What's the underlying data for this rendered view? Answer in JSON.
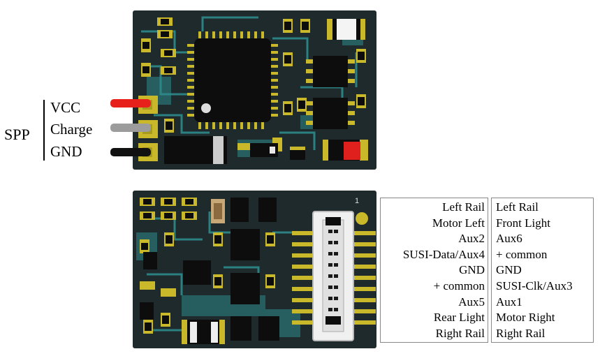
{
  "spp": {
    "group_label": "SPP",
    "wires": [
      {
        "label": "VCC",
        "color": "#e8201c"
      },
      {
        "label": "Charge",
        "color": "#9c9c9c"
      },
      {
        "label": "GND",
        "color": "#111111"
      }
    ]
  },
  "connector_pins": {
    "left_column": [
      "Left Rail",
      "Motor Left",
      "Aux2",
      "SUSI-Data/Aux4",
      "GND",
      "+ common",
      "Aux5",
      "Rear Light",
      "Right Rail"
    ],
    "right_column": [
      "Left Rail",
      "Front Light",
      "Aux6",
      "+ common",
      "GND",
      "SUSI-Clk/Aux3",
      "Aux1",
      "Motor Right",
      "Right Rail"
    ],
    "pin1_marker": "1"
  },
  "colors": {
    "pcb": "#1f2a2c",
    "trace": "#2d8a8c",
    "pad": "#c9b92a",
    "chip": "#0d0d0d"
  }
}
